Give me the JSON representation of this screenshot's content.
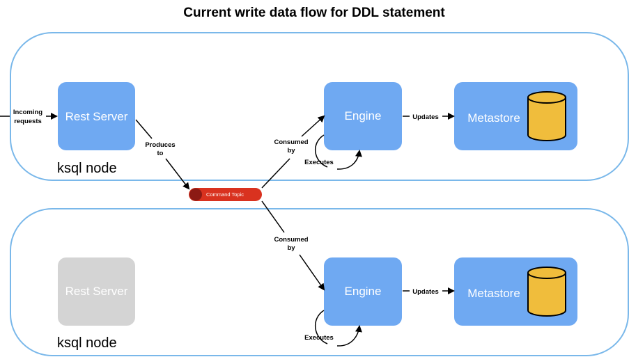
{
  "title": "Current write data flow for DDL statement",
  "nodes": [
    {
      "label": "ksql node",
      "rest_server": "Rest Server",
      "rest_server_active": true,
      "engine": "Engine",
      "metastore": "Metastore",
      "updates": "Updates",
      "executes": "Executes",
      "consumed_by": [
        "Consumed",
        "by"
      ]
    },
    {
      "label": "ksql node",
      "rest_server": "Rest Server",
      "rest_server_active": false,
      "engine": "Engine",
      "metastore": "Metastore",
      "updates": "Updates",
      "executes": "Executes",
      "consumed_by": [
        "Consumed",
        "by"
      ]
    }
  ],
  "incoming": [
    "Incoming",
    "requests"
  ],
  "produces_to": [
    "Produces",
    "to"
  ],
  "command_topic": "Command Topic",
  "colors": {
    "node_border": "#7ab8ea",
    "box_blue": "#6fa9f2",
    "box_disabled": "#d4d4d4",
    "cylinder": "#f0bd3c",
    "topic": "#d9321f",
    "topic_cap": "#8c1a14"
  }
}
